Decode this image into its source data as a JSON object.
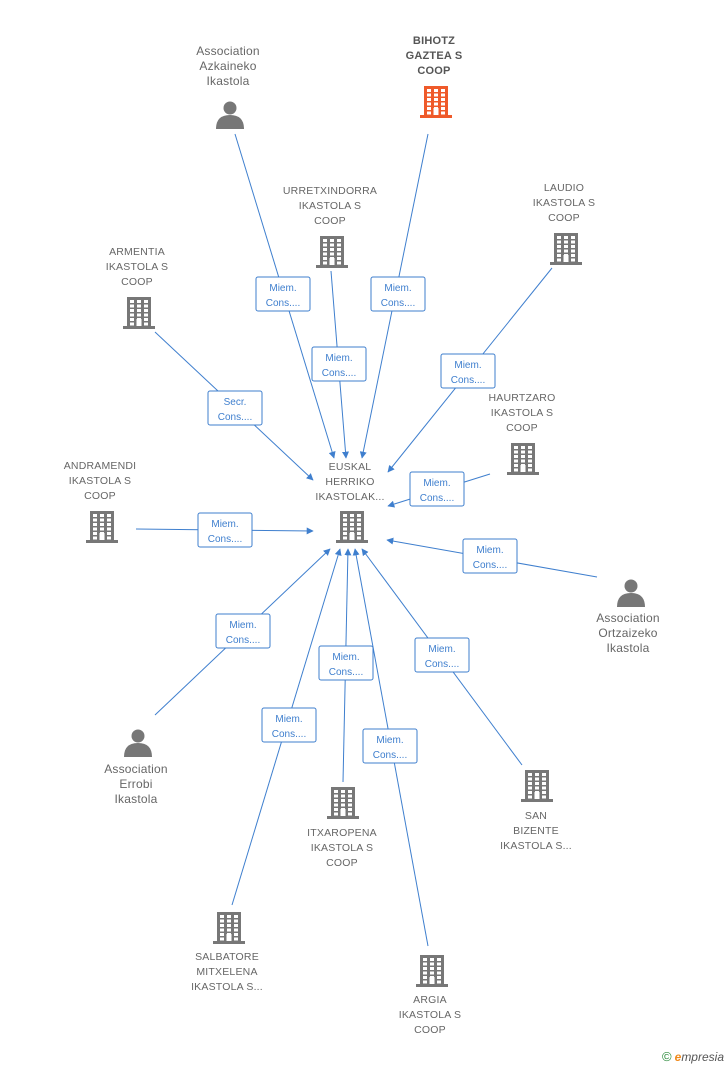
{
  "colors": {
    "edge": "#3f7fce",
    "company_icon": "#777777",
    "focus_icon": "#ef5a2a",
    "text": "#666666"
  },
  "nodes": [
    {
      "id": "center",
      "type": "company",
      "icon": "building-icon",
      "lines": [
        "EUSKAL",
        "HERRIKO",
        "IKASTOLAK..."
      ]
    },
    {
      "id": "azkaineko",
      "type": "person",
      "icon": "person-icon",
      "lines": [
        "Association",
        "Azkaineko",
        "Ikastola"
      ]
    },
    {
      "id": "bihotz",
      "type": "company",
      "icon": "building-icon",
      "focus": true,
      "lines": [
        "BIHOTZ",
        "GAZTEA S",
        "COOP"
      ]
    },
    {
      "id": "urretxindorra",
      "type": "company",
      "icon": "building-icon",
      "lines": [
        "URRETXINDORRA",
        "IKASTOLA S",
        "COOP"
      ]
    },
    {
      "id": "laudio",
      "type": "company",
      "icon": "building-icon",
      "lines": [
        "LAUDIO",
        "IKASTOLA S",
        "COOP"
      ]
    },
    {
      "id": "armentia",
      "type": "company",
      "icon": "building-icon",
      "lines": [
        "ARMENTIA",
        "IKASTOLA S",
        "COOP"
      ]
    },
    {
      "id": "haurtzaro",
      "type": "company",
      "icon": "building-icon",
      "lines": [
        "HAURTZARO",
        "IKASTOLA S",
        "COOP"
      ]
    },
    {
      "id": "andramendi",
      "type": "company",
      "icon": "building-icon",
      "lines": [
        "ANDRAMENDI",
        "IKASTOLA S",
        "COOP"
      ]
    },
    {
      "id": "ortzaizeko",
      "type": "person",
      "icon": "person-icon",
      "lines": [
        "Association",
        "Ortzaizeko",
        "Ikastola"
      ]
    },
    {
      "id": "errobi",
      "type": "person",
      "icon": "person-icon",
      "lines": [
        "Association",
        "Errobi",
        "Ikastola"
      ]
    },
    {
      "id": "itxaropena",
      "type": "company",
      "icon": "building-icon",
      "lines": [
        "ITXAROPENA",
        "IKASTOLA S",
        "COOP"
      ]
    },
    {
      "id": "sanbizente",
      "type": "company",
      "icon": "building-icon",
      "lines": [
        "SAN",
        "BIZENTE",
        "IKASTOLA S..."
      ]
    },
    {
      "id": "salbatore",
      "type": "company",
      "icon": "building-icon",
      "lines": [
        "SALBATORE",
        "MITXELENA",
        "IKASTOLA S..."
      ]
    },
    {
      "id": "argia",
      "type": "company",
      "icon": "building-icon",
      "lines": [
        "ARGIA",
        "IKASTOLA S",
        "COOP"
      ]
    }
  ],
  "edges": [
    {
      "from": "azkaineko",
      "to": "center",
      "lines": [
        "Miem.",
        "Cons...."
      ]
    },
    {
      "from": "bihotz",
      "to": "center",
      "lines": [
        "Miem.",
        "Cons...."
      ]
    },
    {
      "from": "urretxindorra",
      "to": "center",
      "lines": [
        "Miem.",
        "Cons...."
      ]
    },
    {
      "from": "laudio",
      "to": "center",
      "lines": [
        "Miem.",
        "Cons...."
      ]
    },
    {
      "from": "armentia",
      "to": "center",
      "lines": [
        "Secr.",
        "Cons...."
      ]
    },
    {
      "from": "haurtzaro",
      "to": "center",
      "lines": [
        "Miem.",
        "Cons...."
      ]
    },
    {
      "from": "andramendi",
      "to": "center",
      "lines": [
        "Miem.",
        "Cons...."
      ]
    },
    {
      "from": "ortzaizeko",
      "to": "center",
      "lines": [
        "Miem.",
        "Cons...."
      ]
    },
    {
      "from": "errobi",
      "to": "center",
      "lines": [
        "Miem.",
        "Cons...."
      ]
    },
    {
      "from": "itxaropena",
      "to": "center",
      "lines": [
        "Miem.",
        "Cons...."
      ]
    },
    {
      "from": "sanbizente",
      "to": "center",
      "lines": [
        "Miem.",
        "Cons...."
      ]
    },
    {
      "from": "salbatore",
      "to": "center",
      "lines": [
        "Miem.",
        "Cons...."
      ]
    },
    {
      "from": "argia",
      "to": "center",
      "lines": [
        "Miem.",
        "Cons...."
      ]
    }
  ],
  "footer": {
    "copyright_symbol": "©",
    "brand_initial": "e",
    "brand_rest": "mpresia"
  }
}
